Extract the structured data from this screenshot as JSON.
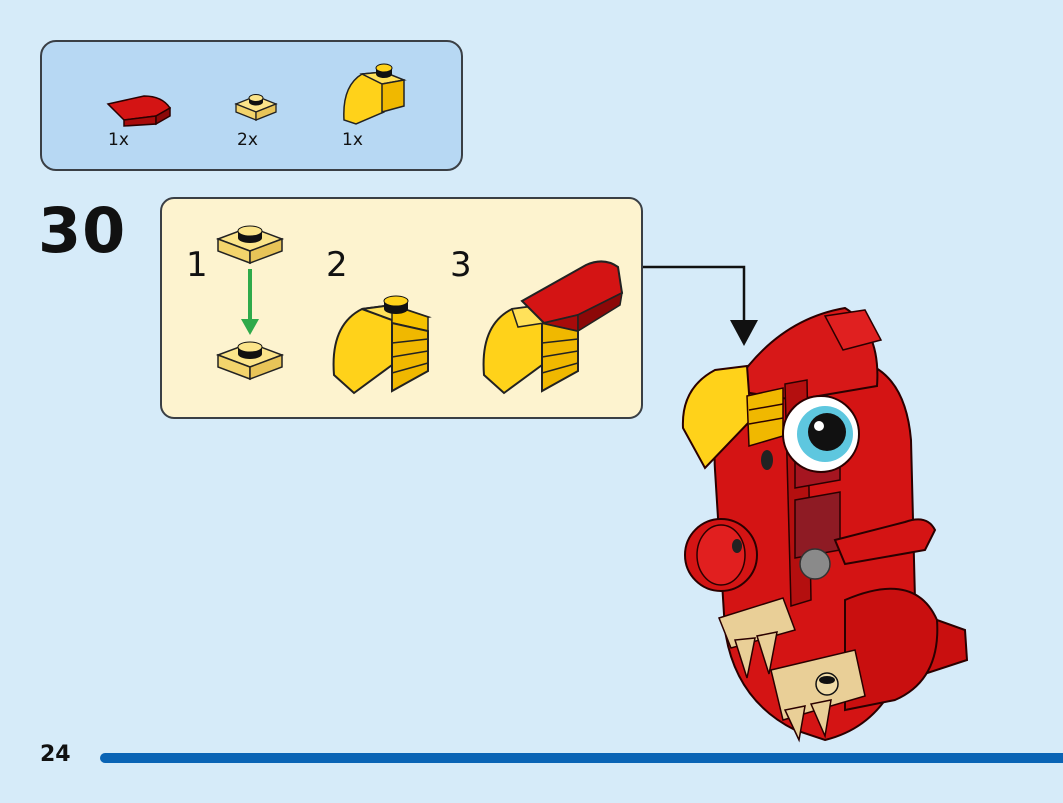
{
  "parts_list": {
    "items": [
      {
        "qty": "1x",
        "part": "red-curved-slope-icon",
        "color": "#d41414"
      },
      {
        "qty": "2x",
        "part": "light-yellow-plate-1x1-icon",
        "color": "#fbe48a"
      },
      {
        "qty": "1x",
        "part": "yellow-curved-brick-icon",
        "color": "#ffd21a"
      }
    ]
  },
  "step": {
    "number": "30",
    "substeps": [
      "1",
      "2",
      "3"
    ]
  },
  "footer": {
    "page_number": "24"
  },
  "colors": {
    "background": "#d6ebf9",
    "parts_box": "#b7d8f3",
    "substep_box": "#fdf3cf",
    "brick_red": "#d41414",
    "brick_yellow": "#ffd21a",
    "plate_light_yellow": "#fbe48a",
    "progress_blue": "#0a64b5",
    "arrow_green": "#2eaa4a"
  }
}
